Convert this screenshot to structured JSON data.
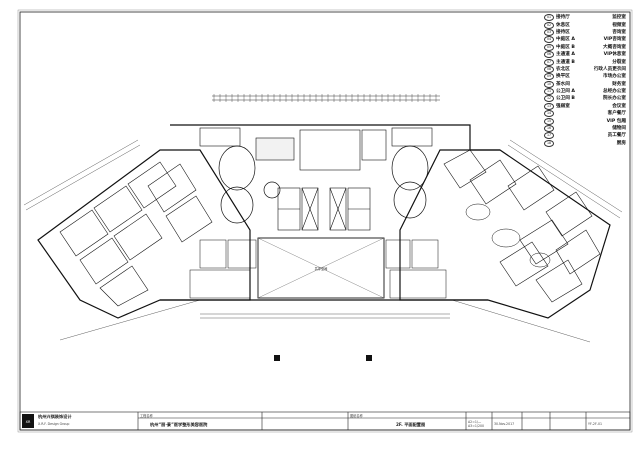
{
  "title_block": {
    "company_cn": "杭州兴祺装饰设计",
    "company_en": "X.R.F. Design Group",
    "project_label": "工程名称",
    "project_name": "杭州“丽·景”医学整形美容医院",
    "drawing_label": "图纸名称",
    "drawing_name": "2F. 平面配置图",
    "scale": "A2=1/—\nA3=1/200",
    "date": "30.Nov.2017",
    "drawing_no": "YF-2F-01",
    "logo_text": "XR"
  },
  "plan": {
    "atrium_label": "共享空间"
  },
  "legend": {
    "rows": [
      {
        "n": "01",
        "a": "接待厅",
        "b": "监控室"
      },
      {
        "n": "02",
        "a": "休息区",
        "b": "视频室"
      },
      {
        "n": "03",
        "a": "接待区",
        "b": "咨询室"
      },
      {
        "n": "04",
        "a": "中庭区 A",
        "b": "VIP咨询室"
      },
      {
        "n": "05",
        "a": "中庭区 B",
        "b": "大概咨询室"
      },
      {
        "n": "06",
        "a": "主通道 A",
        "b": "VIP休息室"
      },
      {
        "n": "07",
        "a": "主通道 B",
        "b": "分裂室"
      },
      {
        "n": "08",
        "a": "农北区",
        "b": "行政人员更衣间"
      },
      {
        "n": "09",
        "a": "换平区",
        "b": "市场办公室"
      },
      {
        "n": "10",
        "a": "茶水间",
        "b": "财务室"
      },
      {
        "n": "11",
        "a": "公卫间 A",
        "b": "总经办公室"
      },
      {
        "n": "12",
        "a": "公卫间 B",
        "b": "院长办公室"
      },
      {
        "n": "13",
        "a": "强弱室",
        "b": "会议室"
      },
      {
        "n": "14",
        "a": "",
        "b": "客户餐厅"
      },
      {
        "n": "15",
        "a": "",
        "b": "VIP 包厢"
      },
      {
        "n": "16",
        "a": "",
        "b": "储物间"
      },
      {
        "n": "17",
        "a": "",
        "b": "员工餐厅"
      },
      {
        "n": "18",
        "a": "",
        "b": "厨房"
      }
    ]
  }
}
